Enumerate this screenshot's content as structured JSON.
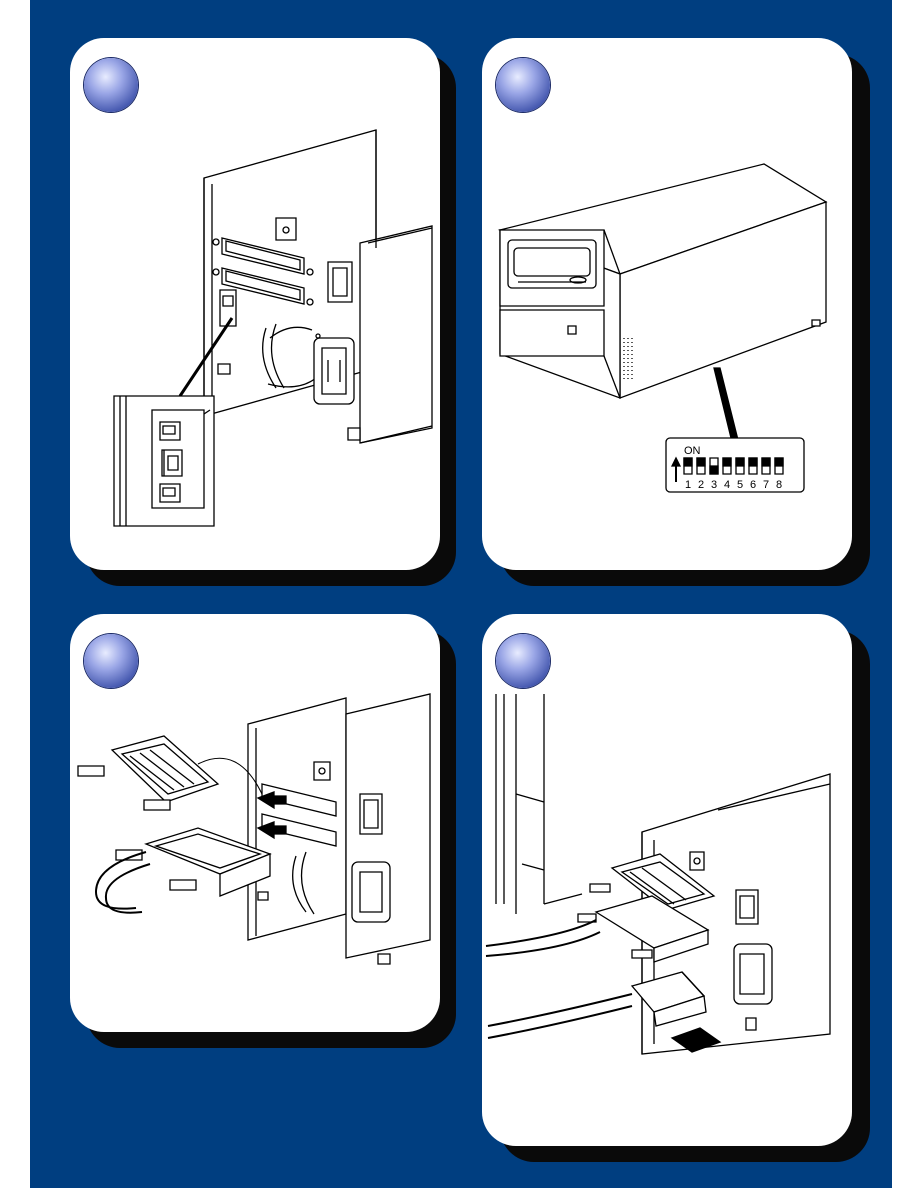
{
  "dip_switch": {
    "on_label": "ON",
    "numbers": [
      "1",
      "2",
      "3",
      "4",
      "5",
      "6",
      "7",
      "8"
    ]
  },
  "colors": {
    "page_background": "#003e80",
    "panel": "#ffffff",
    "shadow": "#0a0a0a",
    "step_dot": "#3a4ea8"
  }
}
